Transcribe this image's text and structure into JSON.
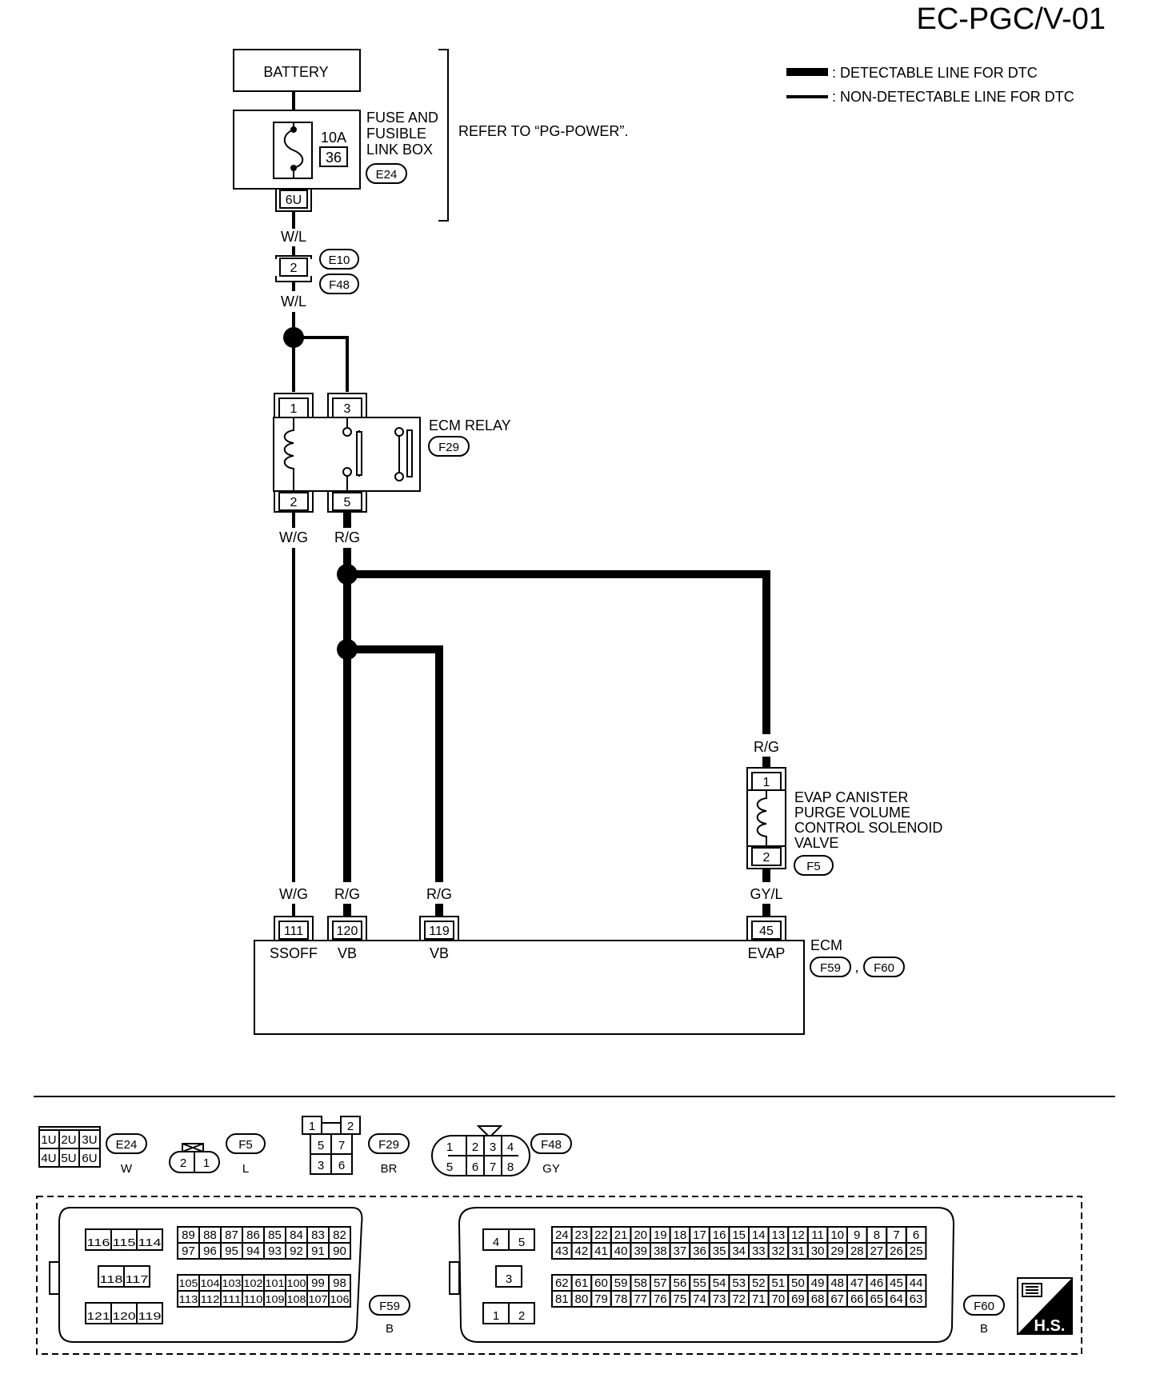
{
  "header": {
    "code": "EC-PGC/V-01"
  },
  "legend": {
    "detectable": ": DETECTABLE LINE FOR DTC",
    "non_detectable": ": NON-DETECTABLE LINE FOR DTC"
  },
  "battery": {
    "label": "BATTERY"
  },
  "fuse_box": {
    "amp": "10A",
    "fuse_no": "36",
    "label_lines": [
      "FUSE AND",
      "FUSIBLE",
      "LINK BOX"
    ],
    "connector": "E24",
    "terminal": "6U",
    "note": "REFER TO “PG-POWER”."
  },
  "wires": {
    "wl_top": "W/L",
    "wl_bottom": "W/L",
    "wg_relay": "W/G",
    "rg_relay": "R/G",
    "rg_valve": "R/G",
    "gyl_valve": "GY/L",
    "wg_ecm": "W/G",
    "rg_ecm_120": "R/G",
    "rg_ecm_119": "R/G"
  },
  "joint_connector": {
    "pin": "2",
    "upper": "E10",
    "lower": "F48"
  },
  "ecm_relay": {
    "label": "ECM RELAY",
    "connector": "F29",
    "pins": {
      "p1": "1",
      "p3": "3",
      "p2": "2",
      "p5": "5"
    }
  },
  "evap_valve": {
    "label_lines": [
      "EVAP CANISTER",
      "PURGE VOLUME",
      "CONTROL SOLENOID",
      "VALVE"
    ],
    "connector": "F5",
    "pins": {
      "p1": "1",
      "p2": "2"
    }
  },
  "ecm": {
    "label": "ECM",
    "connectors": [
      "F59",
      "F60"
    ],
    "separator": ",",
    "terminals": [
      {
        "pin": "111",
        "name": "SSOFF"
      },
      {
        "pin": "120",
        "name": "VB"
      },
      {
        "pin": "119",
        "name": "VB"
      },
      {
        "pin": "45",
        "name": "EVAP"
      }
    ]
  },
  "connector_views": {
    "E24": {
      "id": "E24",
      "color": "W",
      "rows": [
        [
          "1U",
          "2U",
          "3U"
        ],
        [
          "4U",
          "5U",
          "6U"
        ]
      ]
    },
    "F5": {
      "id": "F5",
      "color": "L",
      "pins": [
        "2",
        "1"
      ]
    },
    "F29": {
      "id": "F29",
      "color": "BR",
      "pins": [
        "1",
        "2",
        "5",
        "7",
        "3",
        "6"
      ]
    },
    "F48": {
      "id": "F48",
      "color": "GY",
      "rows": [
        [
          "1",
          "2",
          "3",
          "4"
        ],
        [
          "5",
          "6",
          "7",
          "8"
        ]
      ]
    },
    "F59": {
      "id": "F59",
      "color": "B",
      "left_rows": [
        [
          "116",
          "115",
          "114"
        ],
        [
          "118",
          "117"
        ],
        [
          "121",
          "120",
          "119"
        ]
      ],
      "right_rows": [
        [
          "89",
          "88",
          "87",
          "86",
          "85",
          "84",
          "83",
          "82"
        ],
        [
          "97",
          "96",
          "95",
          "94",
          "93",
          "92",
          "91",
          "90"
        ],
        [
          "105",
          "104",
          "103",
          "102",
          "101",
          "100",
          "99",
          "98"
        ],
        [
          "113",
          "112",
          "111",
          "110",
          "109",
          "108",
          "107",
          "106"
        ]
      ]
    },
    "F60": {
      "id": "F60",
      "color": "B",
      "left_rows": [
        [
          "4",
          "5"
        ],
        [
          "3"
        ],
        [
          "1",
          "2"
        ]
      ],
      "right_rows": [
        [
          "24",
          "23",
          "22",
          "21",
          "20",
          "19",
          "18",
          "17",
          "16",
          "15",
          "14",
          "13",
          "12",
          "11",
          "10",
          "9",
          "8",
          "7",
          "6"
        ],
        [
          "43",
          "42",
          "41",
          "40",
          "39",
          "38",
          "37",
          "36",
          "35",
          "34",
          "33",
          "32",
          "31",
          "30",
          "29",
          "28",
          "27",
          "26",
          "25"
        ],
        [
          "62",
          "61",
          "60",
          "59",
          "58",
          "57",
          "56",
          "55",
          "54",
          "53",
          "52",
          "51",
          "50",
          "49",
          "48",
          "47",
          "46",
          "45",
          "44"
        ],
        [
          "81",
          "80",
          "79",
          "78",
          "77",
          "76",
          "75",
          "74",
          "73",
          "72",
          "71",
          "70",
          "69",
          "68",
          "67",
          "66",
          "65",
          "64",
          "63"
        ]
      ]
    }
  },
  "logo": {
    "text": "H.S."
  }
}
